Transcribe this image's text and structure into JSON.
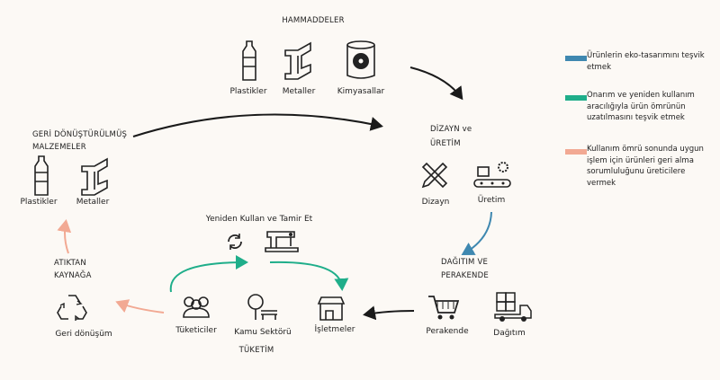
{
  "colors": {
    "blue": "#3f88b0",
    "green": "#1fae8a",
    "salmon": "#f2a993",
    "black": "#1a1a1a"
  },
  "raw": {
    "title": "HAMMADDELER",
    "items": [
      "Plastikler",
      "Metaller",
      "Kimyasallar"
    ]
  },
  "design": {
    "title_line1": "DİZAYN ve",
    "title_line2": "ÜRETİM",
    "items": [
      "Dizayn",
      "Üretim"
    ]
  },
  "distribution": {
    "title_line1": "DAĞITIM VE",
    "title_line2": "PERAKENDE",
    "items": [
      "Perakende",
      "Dağıtım"
    ]
  },
  "consumption": {
    "title": "TÜKETİM",
    "items": [
      "Tüketiciler",
      "Kamu Sektörü",
      "İşletmeler"
    ]
  },
  "reuse": {
    "title": "Yeniden Kullan ve Tamir Et"
  },
  "waste": {
    "title_line1": "ATIKTAN",
    "title_line2": "KAYNAĞA",
    "item": "Geri dönüşüm"
  },
  "recycled": {
    "title_line1": "GERİ DÖNÜŞTÜRÜLMÜŞ",
    "title_line2": "MALZEMELER",
    "items": [
      "Plastikler",
      "Metaller"
    ]
  },
  "legend": [
    {
      "color": "#3f88b0",
      "text": "Ürünlerin eko-tasarımını teşvik etmek"
    },
    {
      "color": "#1fae8a",
      "text": "Onarım ve yeniden kullanım aracılığıyla ürün ömrünün uzatılmasını teşvik etmek"
    },
    {
      "color": "#f2a993",
      "text": "Kullanım ömrü sonunda uygun işlem için ürünleri geri alma sorumluluğunu üreticilere vermek"
    }
  ]
}
